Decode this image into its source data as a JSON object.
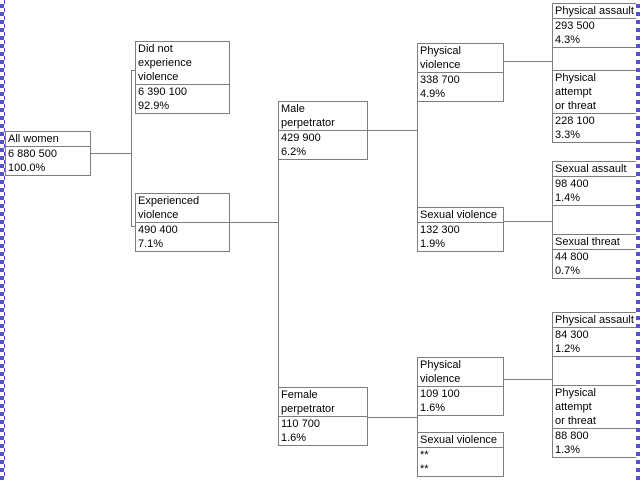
{
  "diagram": {
    "type": "statistical-tree",
    "background_color": "#ffffff",
    "line_color": "#7e7e7e",
    "selection_border_color": "#5454c8",
    "nodes": {
      "all_women": {
        "title": "All women",
        "value": "6 880 500",
        "percent": "100.0%"
      },
      "did_not": {
        "title": "Did not experience\nviolence",
        "value": "6 390 100",
        "percent": "92.9%"
      },
      "experienced": {
        "title": "Experienced\nviolence",
        "value": "490 400",
        "percent": "7.1%"
      },
      "male_perp": {
        "title": "Male\nperpetrator",
        "value": "429 900",
        "percent": "6.2%"
      },
      "female_perp": {
        "title": "Female\nperpetrator",
        "value": "110 700",
        "percent": "1.6%"
      },
      "phys_viol_m": {
        "title": "Physical violence",
        "value": "338 700",
        "percent": "4.9%"
      },
      "sex_viol_m": {
        "title": "Sexual violence",
        "value": "132 300",
        "percent": "1.9%"
      },
      "phys_viol_f": {
        "title": "Physical violence",
        "value": "109 100",
        "percent": "1.6%"
      },
      "sex_viol_f": {
        "title": "Sexual violence",
        "value": "**",
        "percent": "**"
      },
      "phys_assault_m": {
        "title": "Physical assault",
        "value": "293 500",
        "percent": "4.3%"
      },
      "phys_attempt_m": {
        "title": "Physical attempt\nor threat",
        "value": "228 100",
        "percent": "3.3%"
      },
      "sex_assault_m": {
        "title": "Sexual assault",
        "value": "98 400",
        "percent": "1.4%"
      },
      "sex_threat_m": {
        "title": "Sexual threat",
        "value": "44 800",
        "percent": "0.7%"
      },
      "phys_assault_f": {
        "title": "Physical assault",
        "value": "84 300",
        "percent": "1.2%"
      },
      "phys_attempt_f": {
        "title": "Physical attempt\nor threat",
        "value": "88 800",
        "percent": "1.3%"
      }
    }
  }
}
